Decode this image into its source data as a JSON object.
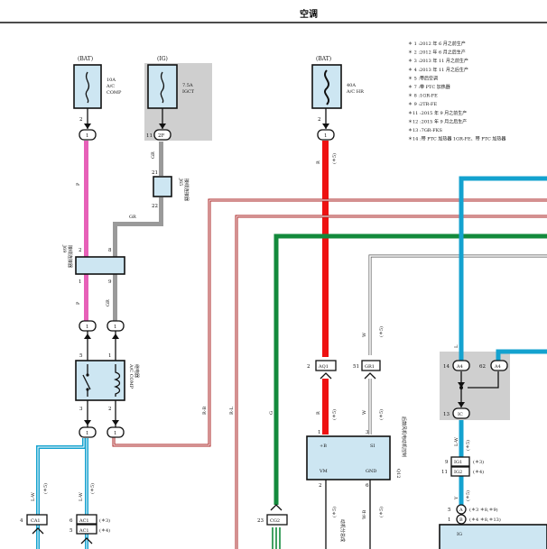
{
  "page": {
    "title": "空调"
  },
  "notes": [
    "＊ 1 :2012 年 6 月之前生产",
    "＊ 2 :2012 年 6 月之后生产",
    "＊ 3 :2013 年 11 月之前生产",
    "＊ 4 :2013 年 11 月之后生产",
    "＊ 5 :带后空调",
    "＊ 7 :带 PTC 加热器",
    "＊ 8 :1GR-FE",
    "＊ 9 :2TR-FE",
    "＊11 :2015 年 9 月之前生产",
    "＊12 :2015 年 9 月之后生产",
    "＊13 :7GR-FKS",
    "＊14 :带 PTC 加热器 1GR-FE、带 PTC 加热器"
  ],
  "fuses": {
    "ac_comp": {
      "source": "(BAT)",
      "rating": "10A",
      "name1": "A/C",
      "name2": "COMP",
      "pin": "2",
      "conn": "1"
    },
    "igct": {
      "source": "(IG)",
      "rating": "7.5A",
      "name1": "IGCT",
      "pin": "11",
      "conn": "2F"
    },
    "ac_hr": {
      "source": "(BAT)",
      "rating": "40A",
      "name1": "A/C HR",
      "pin": "2",
      "conn": "1"
    }
  },
  "connectors": {
    "j65": {
      "id": "J65",
      "name": "接线连接器",
      "pin_top": "21",
      "pin_bottom": "22"
    },
    "j69": {
      "id": "J69",
      "name": "接线连接器",
      "pin_tl": "2",
      "pin_tr": "8",
      "pin_bl": "1",
      "pin_br": "9"
    }
  },
  "relay": {
    "name1": "A/C COMP",
    "name2": "继电器",
    "pin5": "5",
    "pin1": "1",
    "pin3": "3",
    "pin2": "2",
    "conn_top_l": "1",
    "conn_top_r": "1",
    "conn_bot_l": "1",
    "conn_bot_r": "1"
  },
  "module_q12": {
    "id": "Q12",
    "name": "后鼓风机电动机控制",
    "pin_b": "+B",
    "pin_si": "SI",
    "pin_vm": "VM",
    "pin_gnd": "GND",
    "n1": "1",
    "n3": "3",
    "n2": "2",
    "n6": "6"
  },
  "pins": {
    "aq1": {
      "left": "2",
      "label": "AQ1"
    },
    "gr1": {
      "left": "51",
      "label": "GR1"
    },
    "a4": {
      "left": "14",
      "label": "A4"
    },
    "a4b": {
      "left": "62",
      "label": "A4"
    },
    "ic": {
      "left": "13",
      "label": "IC"
    },
    "ig1": {
      "left": "9",
      "label": "IG1",
      "note": "(＊3)"
    },
    "ig2": {
      "left": "11",
      "label": "IG2",
      "note": "(＊4)"
    },
    "a": {
      "left": "5",
      "label": "A",
      "note": "(＊3 ＊8,＊9)"
    },
    "b": {
      "left": "1",
      "label": "B",
      "note": "(＊4 ＊8,＊13)"
    },
    "ca1": {
      "left": "4",
      "label": "CA1"
    },
    "ac1a": {
      "left": "6",
      "label": "AC1",
      "note": "(＊3)"
    },
    "ac1b": {
      "left": "5",
      "label": "AC1",
      "note": "(＊4)"
    },
    "cg2": {
      "left": "23",
      "label": "CG2"
    }
  },
  "wire_labels": {
    "p1": "P",
    "p2": "P",
    "gr1": "GR",
    "gr2": "GR",
    "gr3": "GR",
    "r": "R",
    "r2": "R",
    "w": "W",
    "w2": "W",
    "wb": "W-B",
    "rb": "R-B",
    "rl": "R-L",
    "g": "G",
    "l": "L",
    "lw1": "L-W",
    "lw2": "L-W",
    "lw3": "L-W",
    "y": "Y",
    "s5": "(＊5)"
  },
  "misc": {
    "ig": "IG",
    "bus": "动机分总成"
  },
  "colors": {
    "pink": "#e760b8",
    "gray": "#9a9a9a",
    "red": "#ee1111",
    "darkred": "#aa2222",
    "green": "#138a3c",
    "cyan": "#14a2cf",
    "lightblue": "#cde6f2",
    "shade": "#cfcfcf"
  }
}
